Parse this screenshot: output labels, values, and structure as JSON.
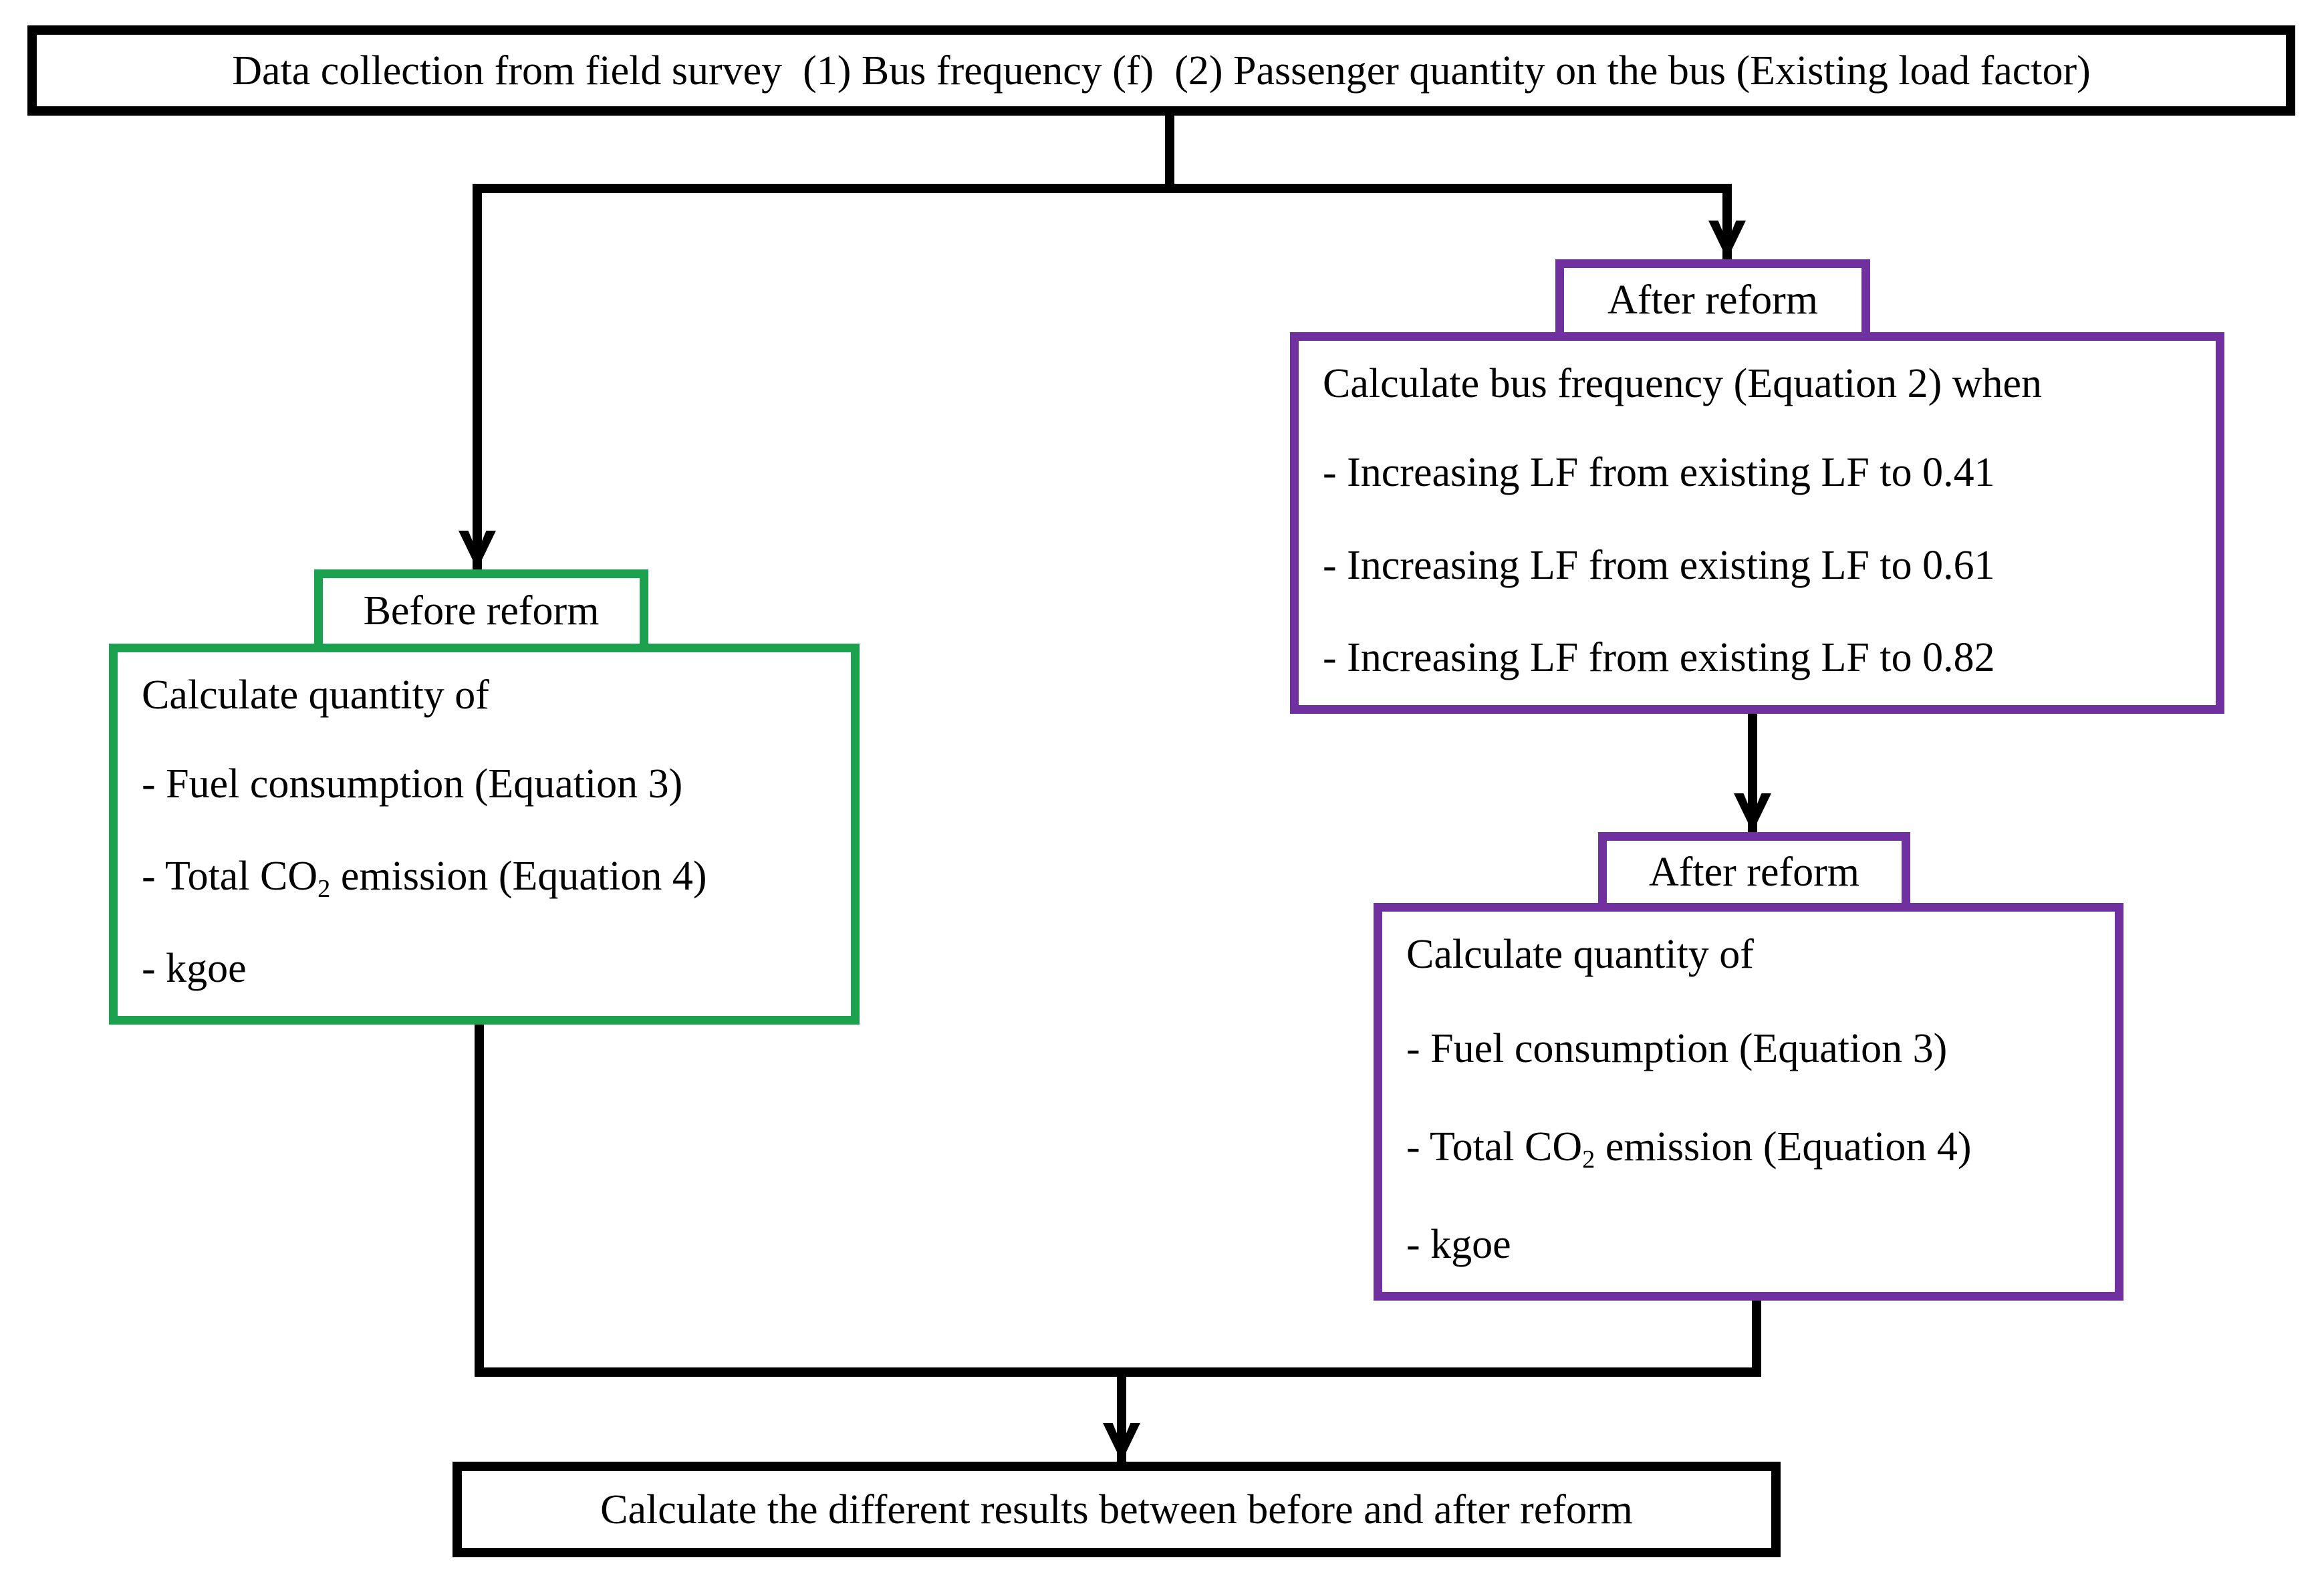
{
  "diagram": {
    "top_box": {
      "text": "Data collection from field survey  (1) Bus frequency (f)  (2) Passenger quantity on the bus (Existing load factor)"
    },
    "before_box": {
      "tab": "Before reform",
      "title": "Calculate quantity of",
      "items": [
        {
          "pre": "- Fuel consumption (Equation 3)",
          "sub": "",
          "post": ""
        },
        {
          "pre": "- Total CO",
          "sub": "2",
          "post": " emission (Equation 4)"
        },
        {
          "pre": "- kgoe",
          "sub": "",
          "post": ""
        }
      ]
    },
    "after_box_1": {
      "tab": "After reform",
      "title": "Calculate bus frequency (Equation 2) when",
      "items": [
        {
          "pre": "- Increasing LF from existing LF to 0.41",
          "sub": "",
          "post": ""
        },
        {
          "pre": "- Increasing LF from existing LF to 0.61",
          "sub": "",
          "post": ""
        },
        {
          "pre": "- Increasing LF from existing LF to 0.82",
          "sub": "",
          "post": ""
        }
      ]
    },
    "after_box_2": {
      "tab": "After reform",
      "title": "Calculate quantity of",
      "items": [
        {
          "pre": "- Fuel consumption (Equation 3)",
          "sub": "",
          "post": ""
        },
        {
          "pre": "- Total CO",
          "sub": "2",
          "post": " emission (Equation 4)"
        },
        {
          "pre": "- kgoe",
          "sub": "",
          "post": ""
        }
      ]
    },
    "bottom_box": {
      "text": "Calculate the different results between before and after reform"
    },
    "colors": {
      "before_accent": "#1CA24E",
      "after_accent": "#7030A0",
      "line": "#000000"
    }
  }
}
